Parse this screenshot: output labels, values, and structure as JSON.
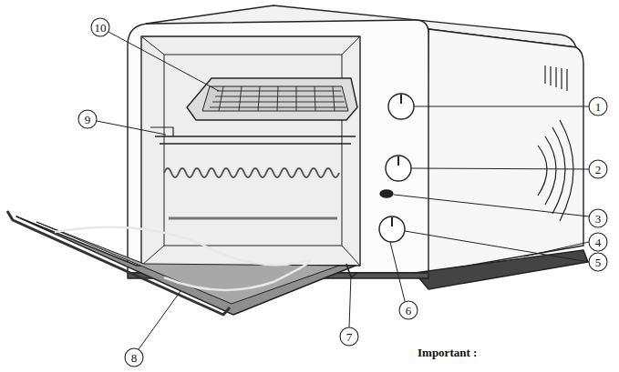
{
  "diagram": {
    "labels": [
      "1",
      "2",
      "3",
      "4",
      "5",
      "6",
      "7",
      "8",
      "9",
      "10",
      "Important :"
    ]
  }
}
